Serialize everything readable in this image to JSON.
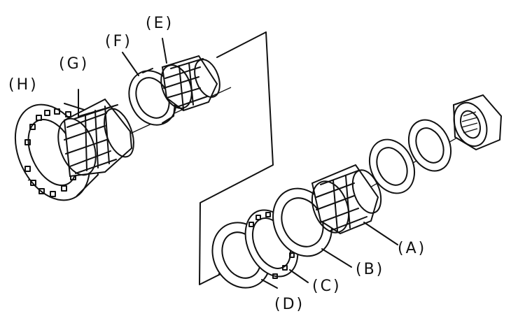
{
  "labels": {
    "A": "(A)",
    "B": "(B)",
    "C": "(C)",
    "D": "(D)",
    "E": "(E)",
    "F": "(F)",
    "G": "(G)",
    "H": "(H)"
  },
  "colors": {
    "ink": "#111111",
    "paper": "#ffffff"
  }
}
